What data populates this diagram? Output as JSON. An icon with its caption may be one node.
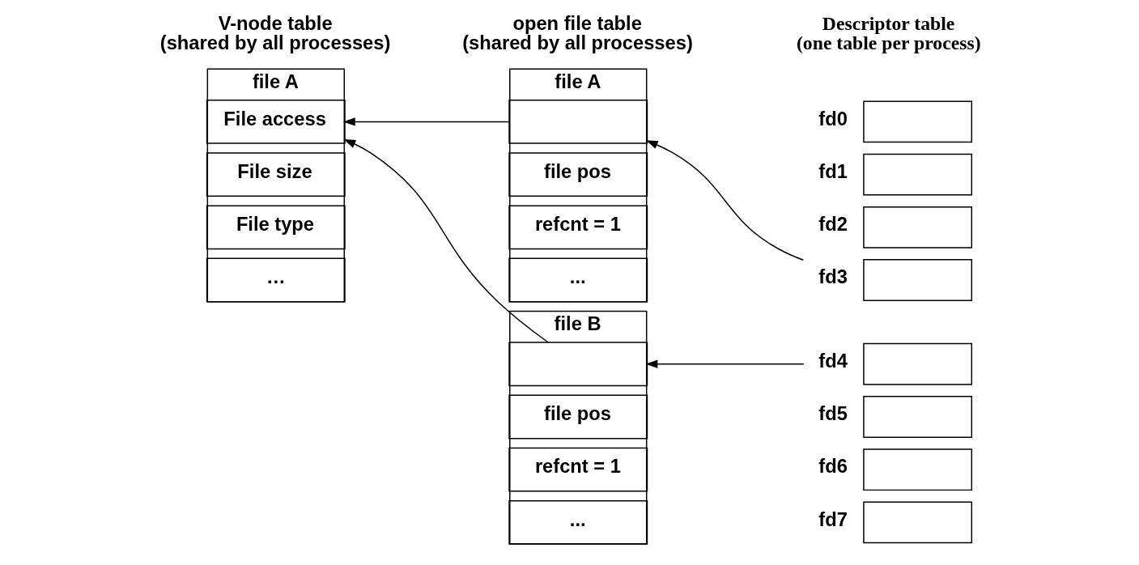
{
  "diagram": {
    "nodes": [
      {
        "text": [],
        "shape": "box",
        "beside": [
          "fd0"
        ]
      },
      {
        "text": [],
        "shape": "box",
        "beside": [
          "fd1"
        ]
      },
      {
        "text": [],
        "shape": "box",
        "beside": [
          "fd2"
        ]
      },
      {
        "text": [],
        "shape": "box",
        "beside": [
          "fd3"
        ]
      },
      {
        "text": [],
        "shape": "box",
        "beside": [
          "fd4"
        ]
      },
      {
        "text": [],
        "shape": "box",
        "beside": [
          "fd5"
        ]
      },
      {
        "text": [],
        "shape": "box",
        "beside": [
          "fd6"
        ]
      },
      {
        "text": [],
        "shape": "box",
        "beside": [
          "fd7"
        ]
      },
      {
        "text": [
          "file A"
        ]
      },
      {
        "text": [],
        "shape": "box",
        "in": 8
      },
      {
        "text": [
          "file pos"
        ],
        "in": 8
      },
      {
        "text": [
          "refcnt = 1"
        ],
        "in": 8
      },
      {
        "text": [
          "..."
        ],
        "in": 8
      },
      {
        "text": [
          "file B"
        ]
      },
      {
        "text": [],
        "shape": "box",
        "in": 13
      },
      {
        "text": [
          "file pos"
        ],
        "in": 13
      },
      {
        "text": [
          "refcnt = 1"
        ],
        "in": 13
      },
      {
        "text": [
          "..."
        ],
        "in": 13
      },
      {
        "text": [
          "file A"
        ]
      },
      {
        "text": [
          "File access"
        ],
        "in": 18
      },
      {
        "text": [
          "File size"
        ],
        "in": 18
      },
      {
        "text": [
          "File type"
        ],
        "in": 18
      },
      {
        "text": [
          "…"
        ],
        "in": 18
      }
    ],
    "edges": [
      {
        "from": 3,
        "to": 9,
        "arrow": "to"
      },
      {
        "from": 4,
        "to": 14,
        "arrow": "to"
      },
      {
        "from": 9,
        "to": 19,
        "arrow": "to"
      },
      {
        "from": 14,
        "to": 19,
        "arrow": "to"
      }
    ],
    "labels": [
      "Descriptor table (one table per process)",
      "open file table (shared by all processes)",
      "V-node table (shared by all processes)"
    ]
  }
}
